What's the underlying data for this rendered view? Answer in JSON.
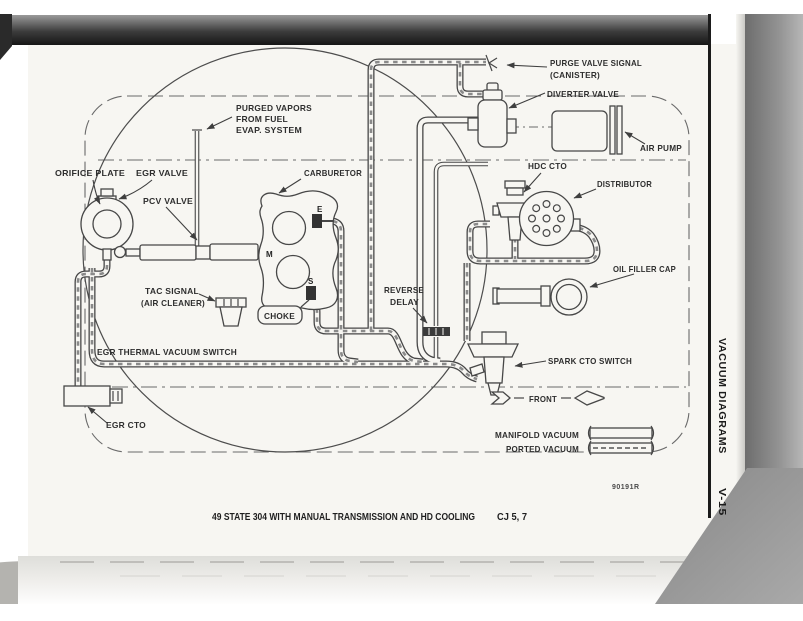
{
  "page": {
    "sidebar": {
      "section": "VACUUM DIAGRAMS",
      "page_ref": "V-15"
    },
    "caption": {
      "title": "49 STATE 304 WITH MANUAL TRANSMISSION AND HD COOLING",
      "model": "CJ 5, 7"
    },
    "part_number": "90191R",
    "labels": {
      "orifice_plate": "ORIFICE PLATE",
      "egr_valve": "EGR VALVE",
      "pcv_valve": "PCV VALVE",
      "purged_vapors": [
        "PURGED VAPORS",
        "FROM FUEL",
        "EVAP. SYSTEM"
      ],
      "carburetor": "CARBURETOR",
      "choke": "CHOKE",
      "tac_signal": [
        "TAC SIGNAL",
        "(AIR CLEANER)"
      ],
      "egr_thermal_vacuum_switch": "EGR THERMAL VACUUM SWITCH",
      "egr_cto": "EGR CTO",
      "purge_valve_signal": [
        "PURGE VALVE SIGNAL",
        "(CANISTER)"
      ],
      "diverter_valve": "DIVERTER VALVE",
      "air_pump": "AIR PUMP",
      "hdc_cto": "HDC CTO",
      "distributor": "DISTRIBUTOR",
      "oil_filler_cap": "OIL FILLER CAP",
      "reverse_delay": [
        "REVERSE",
        "DELAY"
      ],
      "spark_cto_switch": "SPARK CTO SWITCH",
      "front": "FRONT",
      "manifold_vacuum": "MANIFOLD VACUUM",
      "ported_vacuum": "PORTED VACUUM",
      "ports": {
        "e": "E",
        "m": "M",
        "s": "S"
      }
    },
    "colors": {
      "line": "#474747",
      "page": "#f7f6f2",
      "tab_rule": "#1b1b1b"
    }
  }
}
